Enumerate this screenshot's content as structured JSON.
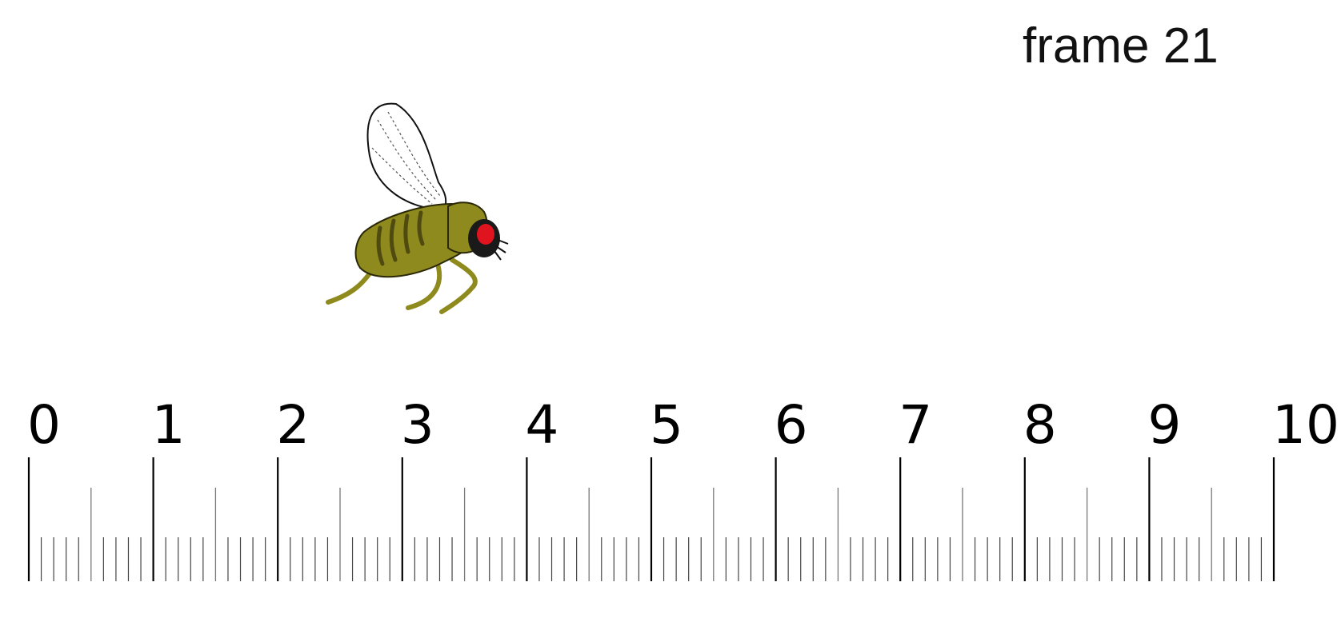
{
  "frame_label": "frame 21",
  "ruler": {
    "labels": [
      "0",
      "1",
      "2",
      "3",
      "4",
      "5",
      "6",
      "7",
      "8",
      "9",
      "10"
    ],
    "start": 0,
    "end": 10,
    "minor_per_unit": 10
  },
  "fly": {
    "body_color": "#8f8a1e",
    "stripe_color": "#4f4a10",
    "eye_color": "#e0141e",
    "outline_color": "#111111"
  }
}
